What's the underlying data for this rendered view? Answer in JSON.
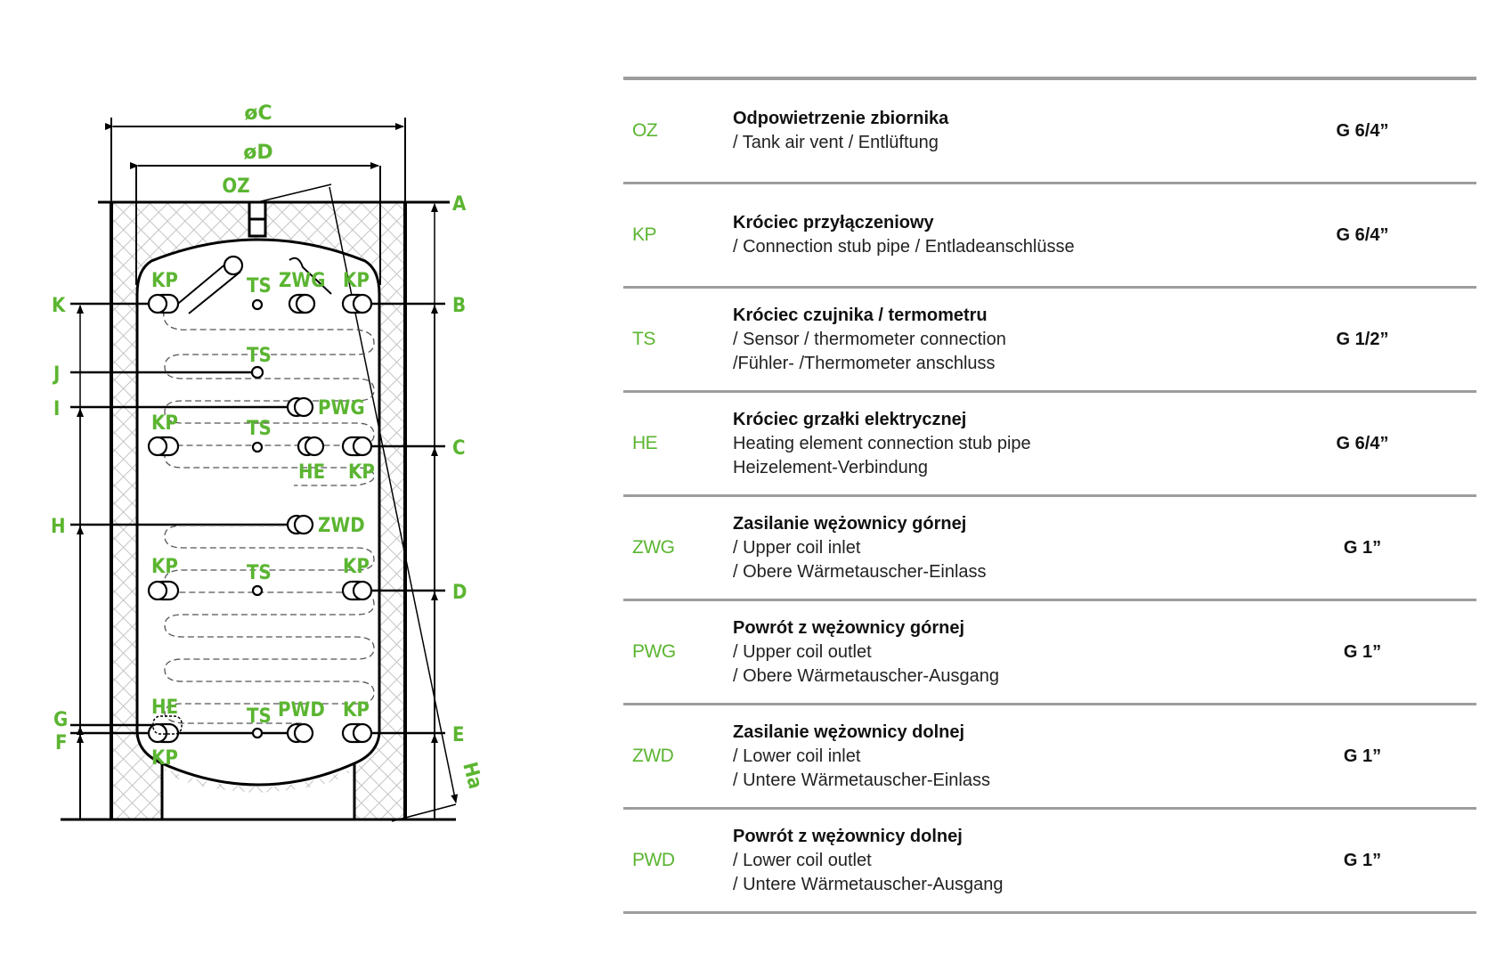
{
  "diagram": {
    "dimension_labels": {
      "outer_diameter": "øC",
      "inner_diameter": "øD",
      "height_tilted": "Ha"
    },
    "height_labels_right": [
      "A",
      "B",
      "C",
      "D",
      "E"
    ],
    "height_labels_left": [
      "K",
      "J",
      "I",
      "H",
      "G",
      "F"
    ],
    "connection_labels": {
      "oz": "OZ",
      "kp_top_left": "KP",
      "ts_top": "TS",
      "zwg": "ZWG",
      "kp_top_right": "KP",
      "ts_upper_mid": "TS",
      "pwg": "PWG",
      "kp_mid_left": "KP",
      "ts_mid": "TS",
      "he_mid": "HE",
      "kp_mid_right": "KP",
      "zwd": "ZWD",
      "kp_low_left": "KP",
      "ts_low": "TS",
      "kp_low_right": "KP",
      "he_bottom": "HE",
      "ts_bottom": "TS",
      "pwd": "PWD",
      "kp_bottom_right": "KP",
      "kp_bottom_left": "KP"
    },
    "colors": {
      "label_green": "#5bb531",
      "line": "#000000",
      "hatch": "#c4c4c4"
    }
  },
  "spec_table": {
    "rows": [
      {
        "code": "OZ",
        "title": "Odpowietrzenie zbiornika",
        "lines": [
          "/ Tank air vent / Entlüftung"
        ],
        "value": "G 6/4”"
      },
      {
        "code": "KP",
        "title": "Króciec przyłączeniowy",
        "lines": [
          "/ Connection stub pipe / Entladeanschlüsse"
        ],
        "value": "G 6/4”"
      },
      {
        "code": "TS",
        "title": "Króciec czujnika / termometru",
        "lines": [
          "/ Sensor / thermometer connection",
          "/Fühler- /Thermometer anschluss"
        ],
        "value": "G 1/2”"
      },
      {
        "code": "HE",
        "title": "Króciec grzałki elektrycznej",
        "lines": [
          "Heating element connection stub pipe",
          "Heizelement-Verbindung"
        ],
        "value": "G 6/4”"
      },
      {
        "code": "ZWG",
        "title": "Zasilanie wężownicy górnej",
        "lines": [
          "/ Upper coil inlet",
          "/ Obere Wärmetauscher-Einlass"
        ],
        "value": "G 1”"
      },
      {
        "code": "PWG",
        "title": "Powrót z wężownicy górnej",
        "lines": [
          "/ Upper coil outlet",
          "/ Obere Wärmetauscher-Ausgang"
        ],
        "value": "G 1”"
      },
      {
        "code": "ZWD",
        "title": "Zasilanie wężownicy dolnej",
        "lines": [
          "/ Lower coil inlet",
          "/ Untere Wärmetauscher-Einlass"
        ],
        "value": "G 1”"
      },
      {
        "code": "PWD",
        "title": "Powrót z wężownicy dolnej",
        "lines": [
          "/ Lower coil outlet",
          "/ Untere Wärmetauscher-Ausgang"
        ],
        "value": "G 1”"
      }
    ]
  }
}
